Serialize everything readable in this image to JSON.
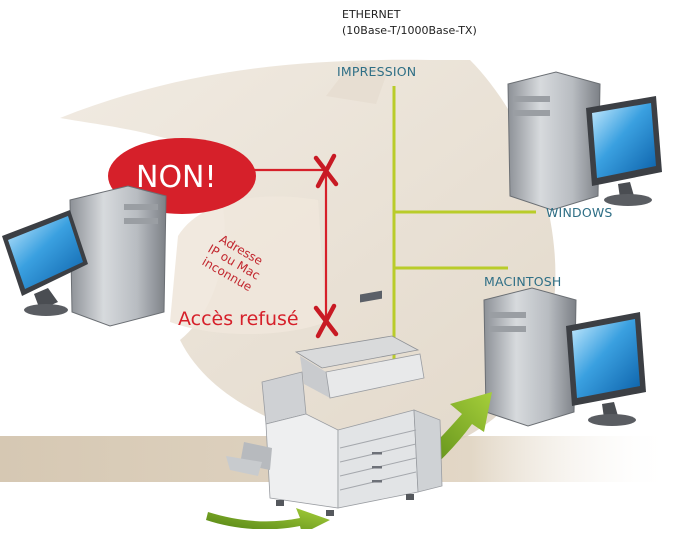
{
  "network": {
    "ethernet_title": "ETHERNET",
    "ethernet_spec": "(10Base-T/1000Base-TX)",
    "impression_label": "IMPRESSION",
    "windows_label": "WINDOWS",
    "macintosh_label": "MACINTOSH"
  },
  "denied": {
    "non_label": "NON!",
    "reason_lines": [
      "Adresse",
      "IP ou Mac",
      "inconnue"
    ],
    "access_refused": "Accès refusé"
  },
  "colors": {
    "bus_line": "#b9cc2a",
    "denied_red": "#d6202a",
    "label_teal": "#2f6f86",
    "band": "#d8cbb8",
    "arrow_green": "#8ab52e",
    "screen_blue": "#3aa0e0"
  }
}
